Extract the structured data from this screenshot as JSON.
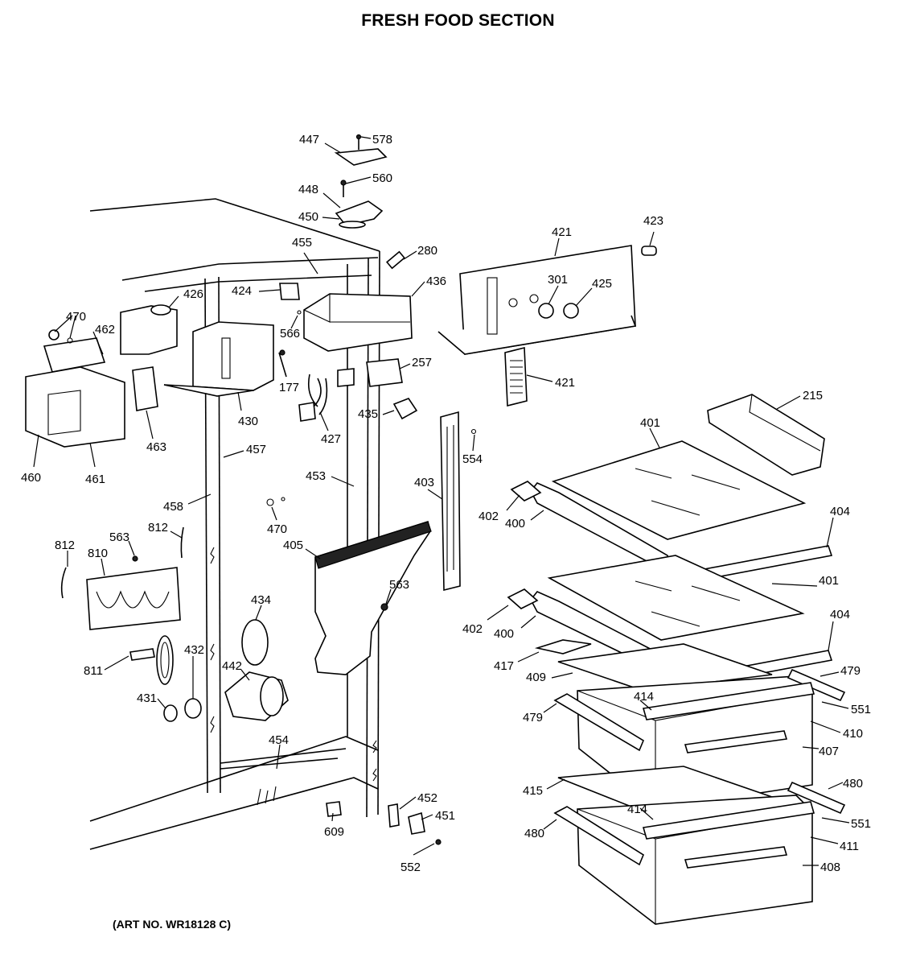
{
  "title": "FRESH FOOD SECTION",
  "art_number": "(ART NO. WR18128 C)",
  "part_labels": [
    {
      "id": "p578",
      "text": "578"
    },
    {
      "id": "p447",
      "text": "447"
    },
    {
      "id": "p560",
      "text": "560"
    },
    {
      "id": "p448",
      "text": "448"
    },
    {
      "id": "p450",
      "text": "450"
    },
    {
      "id": "p455",
      "text": "455"
    },
    {
      "id": "p280",
      "text": "280"
    },
    {
      "id": "p421a",
      "text": "421"
    },
    {
      "id": "p423",
      "text": "423"
    },
    {
      "id": "p426",
      "text": "426"
    },
    {
      "id": "p424",
      "text": "424"
    },
    {
      "id": "p436",
      "text": "436"
    },
    {
      "id": "p301",
      "text": "301"
    },
    {
      "id": "p425",
      "text": "425"
    },
    {
      "id": "p470a",
      "text": "470"
    },
    {
      "id": "p462",
      "text": "462"
    },
    {
      "id": "p566",
      "text": "566"
    },
    {
      "id": "p257",
      "text": "257"
    },
    {
      "id": "p421b",
      "text": "421"
    },
    {
      "id": "p177",
      "text": "177"
    },
    {
      "id": "p430",
      "text": "430"
    },
    {
      "id": "p435",
      "text": "435"
    },
    {
      "id": "p427",
      "text": "427"
    },
    {
      "id": "p215",
      "text": "215"
    },
    {
      "id": "p401a",
      "text": "401"
    },
    {
      "id": "p463",
      "text": "463"
    },
    {
      "id": "p457",
      "text": "457"
    },
    {
      "id": "p554",
      "text": "554"
    },
    {
      "id": "p460",
      "text": "460"
    },
    {
      "id": "p461",
      "text": "461"
    },
    {
      "id": "p453",
      "text": "453"
    },
    {
      "id": "p403",
      "text": "403"
    },
    {
      "id": "p458",
      "text": "458"
    },
    {
      "id": "p470b",
      "text": "470"
    },
    {
      "id": "p402a",
      "text": "402"
    },
    {
      "id": "p400a",
      "text": "400"
    },
    {
      "id": "p404a",
      "text": "404"
    },
    {
      "id": "p563a",
      "text": "563"
    },
    {
      "id": "p812a",
      "text": "812"
    },
    {
      "id": "p812b",
      "text": "812"
    },
    {
      "id": "p810",
      "text": "810"
    },
    {
      "id": "p405",
      "text": "405"
    },
    {
      "id": "p563b",
      "text": "563"
    },
    {
      "id": "p401b",
      "text": "401"
    },
    {
      "id": "p434",
      "text": "434"
    },
    {
      "id": "p402b",
      "text": "402"
    },
    {
      "id": "p400b",
      "text": "400"
    },
    {
      "id": "p404b",
      "text": "404"
    },
    {
      "id": "p432",
      "text": "432"
    },
    {
      "id": "p417",
      "text": "417"
    },
    {
      "id": "p811",
      "text": "811"
    },
    {
      "id": "p442",
      "text": "442"
    },
    {
      "id": "p479a",
      "text": "479"
    },
    {
      "id": "p409",
      "text": "409"
    },
    {
      "id": "p414a",
      "text": "414"
    },
    {
      "id": "p431",
      "text": "431"
    },
    {
      "id": "p551a",
      "text": "551"
    },
    {
      "id": "p479b",
      "text": "479"
    },
    {
      "id": "p410",
      "text": "410"
    },
    {
      "id": "p454",
      "text": "454"
    },
    {
      "id": "p407",
      "text": "407"
    },
    {
      "id": "p480a",
      "text": "480"
    },
    {
      "id": "p415",
      "text": "415"
    },
    {
      "id": "p452",
      "text": "452"
    },
    {
      "id": "p451",
      "text": "451"
    },
    {
      "id": "p414b",
      "text": "414"
    },
    {
      "id": "p609",
      "text": "609"
    },
    {
      "id": "p551b",
      "text": "551"
    },
    {
      "id": "p480b",
      "text": "480"
    },
    {
      "id": "p411",
      "text": "411"
    },
    {
      "id": "p552",
      "text": "552"
    },
    {
      "id": "p408",
      "text": "408"
    }
  ]
}
